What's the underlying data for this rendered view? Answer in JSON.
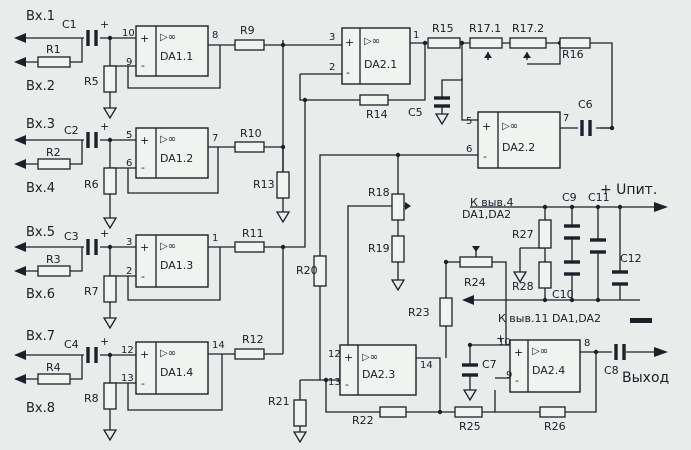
{
  "inputs": [
    "Вх.1",
    "Вх.2",
    "Вх.3",
    "Вх.4",
    "Вх.5",
    "Вх.6",
    "Вх.7",
    "Вх.8"
  ],
  "opamps": {
    "da11": {
      "name": "DA1.1",
      "pin_plus": "10",
      "pin_minus": "9",
      "pin_out": "8"
    },
    "da12": {
      "name": "DA1.2",
      "pin_plus": "5",
      "pin_minus": "6",
      "pin_out": "7"
    },
    "da13": {
      "name": "DA1.3",
      "pin_plus": "3",
      "pin_minus": "2",
      "pin_out": "1"
    },
    "da14": {
      "name": "DA1.4",
      "pin_plus": "12",
      "pin_minus": "13",
      "pin_out": "14"
    },
    "da21": {
      "name": "DA2.1",
      "pin_plus": "3",
      "pin_minus": "2",
      "pin_out": "1"
    },
    "da22": {
      "name": "DA2.2",
      "pin_plus": "5",
      "pin_minus": "6",
      "pin_out": "7"
    },
    "da23": {
      "name": "DA2.3",
      "pin_plus": "12",
      "pin_minus": "13",
      "pin_out": "14"
    },
    "da24": {
      "name": "DA2.4",
      "pin_plus": "10",
      "pin_minus": "9",
      "pin_out": "8"
    }
  },
  "resistors": {
    "r1": "R1",
    "r2": "R2",
    "r3": "R3",
    "r4": "R4",
    "r5": "R5",
    "r6": "R6",
    "r7": "R7",
    "r8": "R8",
    "r9": "R9",
    "r10": "R10",
    "r11": "R11",
    "r12": "R12",
    "r13": "R13",
    "r14": "R14",
    "r15": "R15",
    "r16": "R16",
    "r17_1": "R17.1",
    "r17_2": "R17.2",
    "r18": "R18",
    "r19": "R19",
    "r20": "R20",
    "r21": "R21",
    "r22": "R22",
    "r23": "R23",
    "r24": "R24",
    "r25": "R25",
    "r26": "R26",
    "r27": "R27",
    "r28": "R28"
  },
  "capacitors": {
    "c1": "C1",
    "c2": "C2",
    "c3": "C3",
    "c4": "C4",
    "c5": "C5",
    "c6": "C6",
    "c7": "C7",
    "c8": "C8",
    "c9": "C9",
    "c10": "C10",
    "c11": "C11",
    "c12": "C12"
  },
  "plus_sign": "+",
  "opamp_symbol": "▷∞",
  "power": {
    "supply": "+ Uпит.",
    "pin4_line1": "К выв.4",
    "pin4_line2": "DA1,DA2",
    "pin11": "К выв.11 DA1,DA2"
  },
  "output_label": "Выход"
}
